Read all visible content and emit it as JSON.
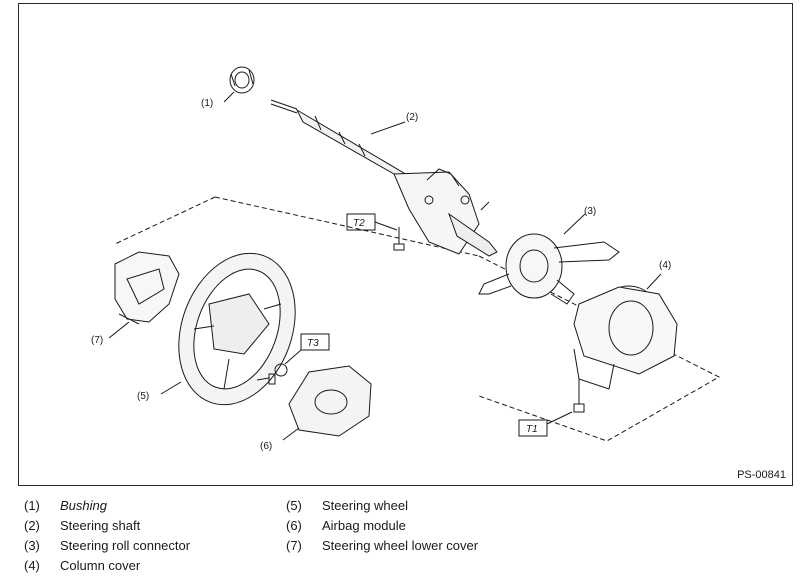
{
  "figure_code": "PS-00841",
  "torque_labels": {
    "t1": "T1",
    "t2": "T2",
    "t3": "T3"
  },
  "callouts": {
    "c1": "(1)",
    "c2": "(2)",
    "c3": "(3)",
    "c4": "(4)",
    "c5": "(5)",
    "c6": "(6)",
    "c7": "(7)"
  },
  "legend": [
    {
      "num": "(1)",
      "text": "Bushing"
    },
    {
      "num": "(2)",
      "text": "Steering shaft"
    },
    {
      "num": "(3)",
      "text": "Steering roll connector"
    },
    {
      "num": "(4)",
      "text": "Column cover"
    },
    {
      "num": "(5)",
      "text": "Steering wheel"
    },
    {
      "num": "(6)",
      "text": "Airbag module"
    },
    {
      "num": "(7)",
      "text": "Steering wheel lower cover"
    }
  ]
}
